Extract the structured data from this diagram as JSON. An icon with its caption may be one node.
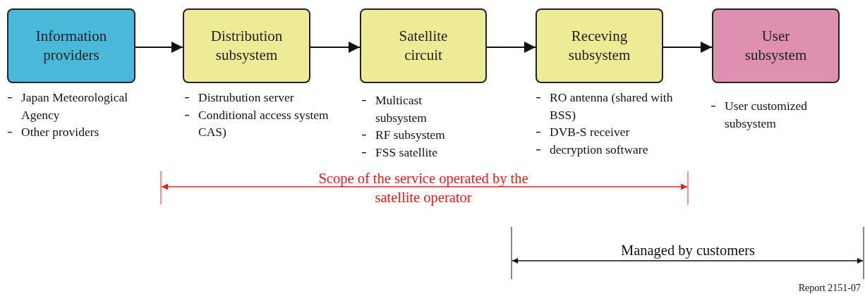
{
  "diagram": {
    "nodes": [
      {
        "text": [
          "Information providers"
        ],
        "beside": [
          "Japan Meteorological Agency",
          "Other providers"
        ]
      },
      {
        "text": [
          "Distribution subsystem"
        ],
        "beside": [
          "Distrubution server",
          "Conditional access system CAS)"
        ]
      },
      {
        "text": [
          "Satellite circuit"
        ],
        "beside": [
          "Multicast subsystem",
          "RF subsystem",
          "FSS satellite"
        ]
      },
      {
        "text": [
          "Receving subsystem"
        ],
        "beside": [
          "RO antenna (shared with BSS)",
          "DVB-S receiver",
          "decryption software"
        ]
      },
      {
        "text": [
          "User subsystem"
        ],
        "beside": [
          "User customized subsystem"
        ]
      }
    ],
    "edges": [
      {
        "from": 0,
        "to": 1,
        "arrow": "to"
      },
      {
        "from": 1,
        "to": 2,
        "arrow": "to"
      },
      {
        "from": 2,
        "to": 3,
        "arrow": "to"
      },
      {
        "from": 3,
        "to": 4,
        "arrow": "to"
      }
    ],
    "labels": [
      "Scope of the service operated by the satellite operator",
      "Managed by customers",
      "Report 2151-07"
    ]
  }
}
